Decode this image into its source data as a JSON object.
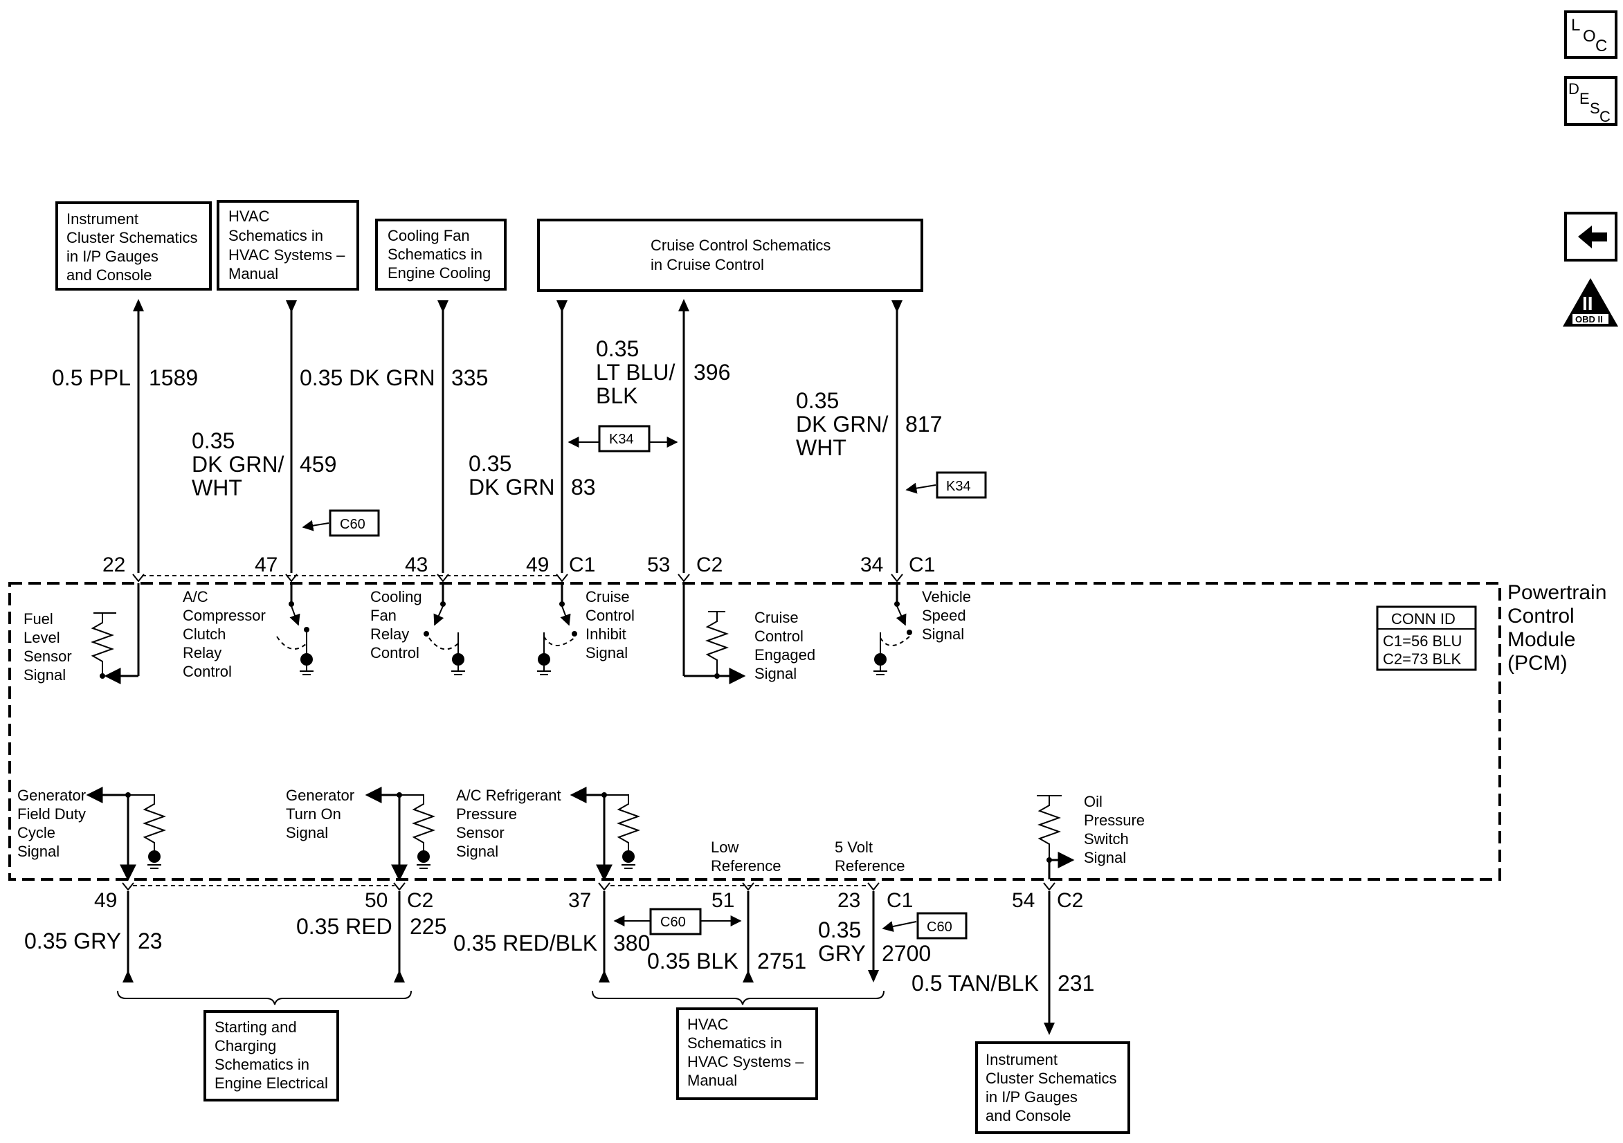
{
  "nav": {
    "loc": {
      "l": "L",
      "o": "O",
      "c": "C"
    },
    "desc": {
      "d": "D",
      "e": "E",
      "s": "S",
      "c": "C"
    },
    "obd": {
      "numeral": "II",
      "label": "OBD II"
    }
  },
  "boxes": {
    "inst_top": [
      "Instrument",
      "Cluster Schematics",
      "in I/P Gauges",
      "and Console"
    ],
    "hvac_top": [
      "HVAC",
      "Schematics in",
      "HVAC Systems –",
      "Manual"
    ],
    "fan_top": [
      "Cooling Fan",
      "Schematics in",
      "Engine Cooling"
    ],
    "cruise_top": [
      "Cruise Control Schematics",
      "in Cruise Control"
    ],
    "start_bottom": [
      "Starting and",
      "Charging",
      "Schematics in",
      "Engine Electrical"
    ],
    "hvac_bottom": [
      "HVAC",
      "Schematics in",
      "HVAC Systems –",
      "Manual"
    ],
    "inst_bottom": [
      "Instrument",
      "Cluster Schematics",
      "in I/P Gauges",
      "and Console"
    ]
  },
  "wires_top": {
    "w1589": {
      "label": "0.5 PPL",
      "circuit": "1589",
      "pin": "22"
    },
    "w459": {
      "label": [
        "0.35",
        "DK GRN/",
        "WHT"
      ],
      "circuit": "459",
      "pin": "47"
    },
    "w335": {
      "label": "0.35 DK GRN",
      "circuit": "335",
      "pin": "43"
    },
    "w83": {
      "label": [
        "0.35",
        "DK GRN"
      ],
      "circuit": "83",
      "pin": "49",
      "conn": "C1"
    },
    "w396": {
      "label": [
        "0.35",
        "LT BLU/",
        "BLK"
      ],
      "circuit": "396",
      "pin": "53",
      "conn": "C2"
    },
    "w817": {
      "label": [
        "0.35",
        "DK GRN/",
        "WHT"
      ],
      "circuit": "817",
      "pin": "34",
      "conn": "C1"
    }
  },
  "wires_bottom": {
    "w23": {
      "label": "0.35 GRY",
      "circuit": "23",
      "pin": "49"
    },
    "w225": {
      "label": "0.35 RED",
      "circuit": "225",
      "pin": "50",
      "conn": "C2"
    },
    "w380": {
      "label": "0.35 RED/BLK",
      "circuit": "380",
      "pin": "37"
    },
    "w2751": {
      "label": "0.35 BLK",
      "circuit": "2751",
      "pin": "51"
    },
    "w2700": {
      "label": [
        "0.35",
        "GRY"
      ],
      "circuit": "2700",
      "pin": "23",
      "conn": "C1"
    },
    "w231": {
      "label": "0.5 TAN/BLK",
      "circuit": "231",
      "pin": "54",
      "conn": "C2"
    }
  },
  "options": {
    "c60": "C60",
    "k34": "K34"
  },
  "signals_top": {
    "fuel": [
      "Fuel",
      "Level",
      "Sensor",
      "Signal"
    ],
    "ac_clutch": [
      "A/C",
      "Compressor",
      "Clutch",
      "Relay",
      "Control"
    ],
    "fan_relay": [
      "Cooling",
      "Fan",
      "Relay",
      "Control"
    ],
    "cruise_inhibit": [
      "Cruise",
      "Control",
      "Inhibit",
      "Signal"
    ],
    "cruise_engaged": [
      "Cruise",
      "Control",
      "Engaged",
      "Signal"
    ],
    "vss": [
      "Vehicle",
      "Speed",
      "Signal"
    ]
  },
  "signals_bottom": {
    "gen_field": [
      "Generator",
      "Field Duty",
      "Cycle",
      "Signal"
    ],
    "gen_turnon": [
      "Generator",
      "Turn On",
      "Signal"
    ],
    "ac_pressure": [
      "A/C Refrigerant",
      "Pressure",
      "Sensor",
      "Signal"
    ],
    "low_ref": [
      "Low",
      "Reference"
    ],
    "five_volt": [
      "5 Volt",
      "Reference"
    ],
    "oil": [
      "Oil",
      "Pressure",
      "Switch",
      "Signal"
    ]
  },
  "pcm": {
    "name": [
      "Powertrain",
      "Control",
      "Module",
      "(PCM)"
    ]
  },
  "conn_id": {
    "title": "CONN ID",
    "c1": "C1=56 BLU",
    "c2": "C2=73 BLK"
  }
}
